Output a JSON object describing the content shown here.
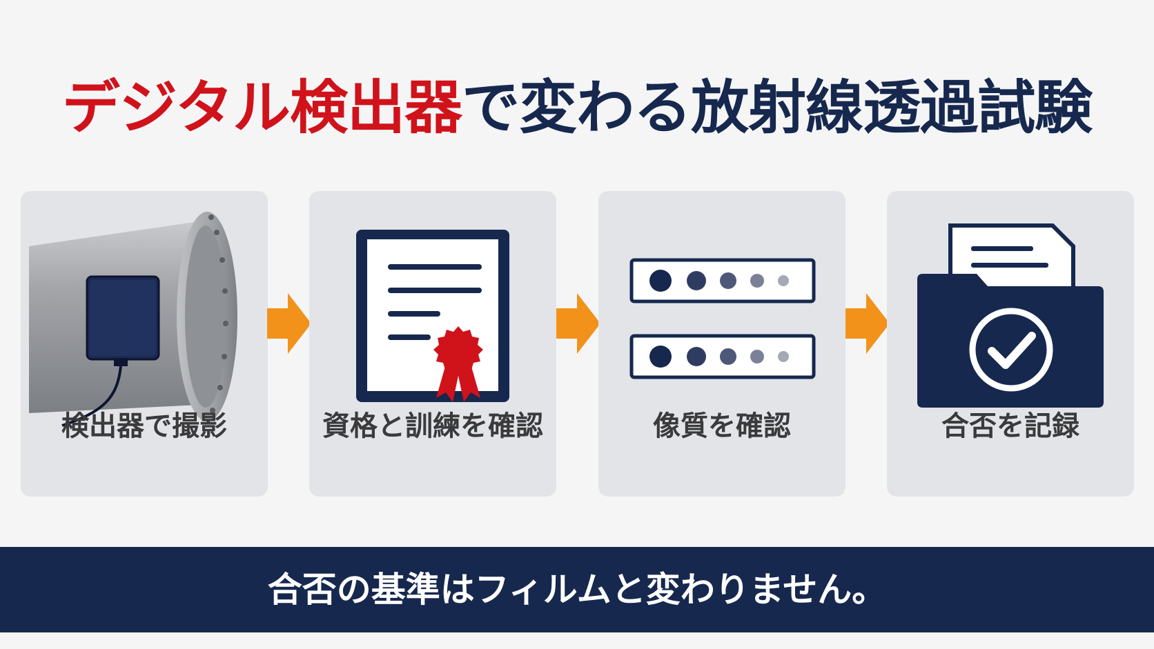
{
  "title": {
    "highlight": "デジタル検出器",
    "rest": "で変わる放射線透過試験"
  },
  "steps": [
    {
      "label": "検出器で撮影",
      "icon": "pipe-detector-icon"
    },
    {
      "label": "資格と訓練を確認",
      "icon": "certificate-icon"
    },
    {
      "label": "像質を確認",
      "icon": "image-quality-icon"
    },
    {
      "label": "合否を記録",
      "icon": "folder-check-icon"
    }
  ],
  "banner": {
    "text": "合否の基準はフィルムと変わりません。"
  },
  "colors": {
    "accent_red": "#d0121b",
    "navy": "#16284e",
    "arrow_orange": "#f2921b",
    "card_bg": "#e2e4e8"
  }
}
